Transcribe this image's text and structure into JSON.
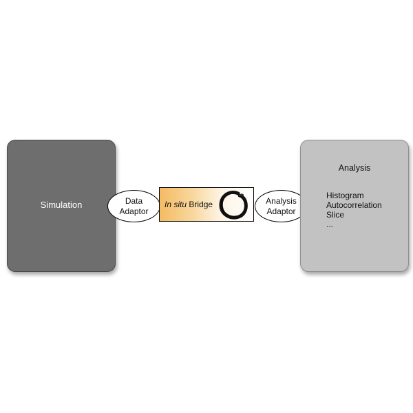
{
  "simulation": {
    "label": "Simulation",
    "fill": "#6e6e6e"
  },
  "data_adaptor": {
    "line1": "Data",
    "line2": "Adaptor"
  },
  "bridge": {
    "italic": "In situ",
    "rest": " Bridge",
    "icon": "enso-circle-icon",
    "gradient_colors": [
      "#f4bb63",
      "#ffffff"
    ]
  },
  "analysis_adaptor": {
    "line1": "Analysis",
    "line2": "Adaptor"
  },
  "analysis": {
    "title": "Analysis",
    "items": [
      "Histogram",
      "Autocorrelation",
      "Slice",
      "..."
    ],
    "fill": "#c2c2c2"
  }
}
